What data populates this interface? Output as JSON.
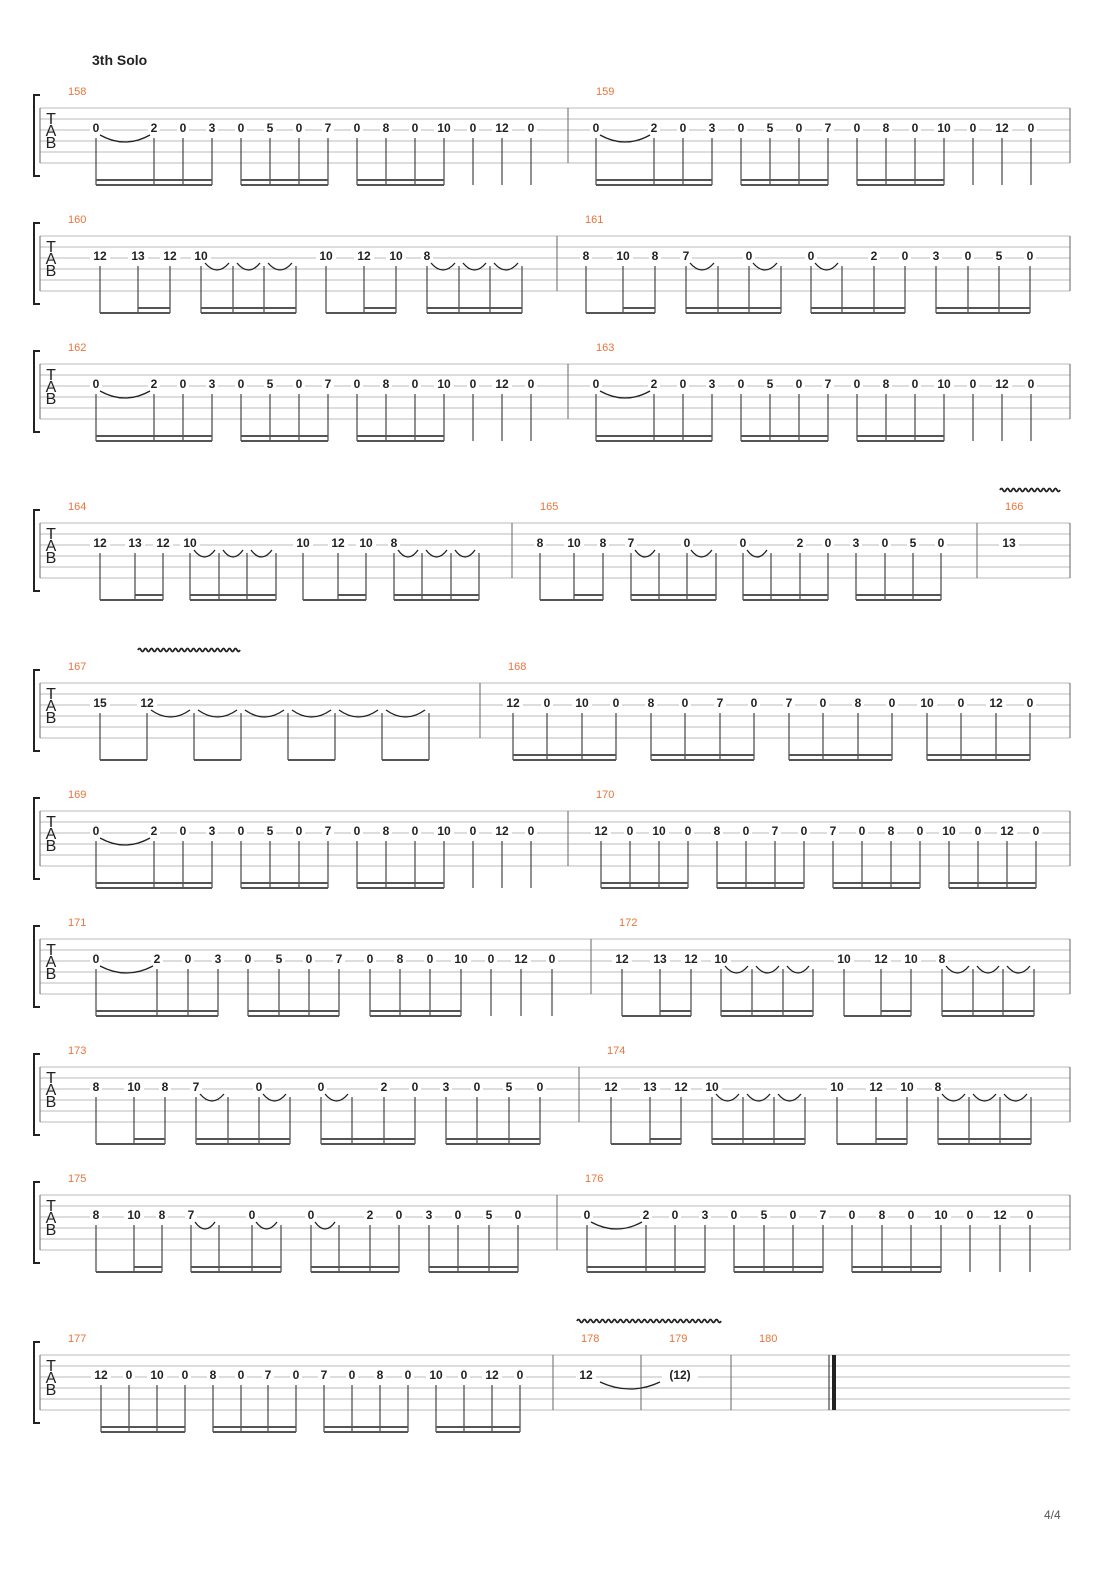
{
  "section_title": "3th Solo",
  "page_number": "4/4",
  "clef_letters": [
    "T",
    "A",
    "B"
  ],
  "colors": {
    "bar_number": "#e8743b",
    "ink": "#222222",
    "staff_line": "#bbbbbb"
  },
  "systems": [
    {
      "bars": [
        {
          "number": "158",
          "notes": [
            "0",
            "2",
            "0",
            "3",
            "0",
            "5",
            "0",
            "7",
            "0",
            "8",
            "0",
            "10",
            "0",
            "12",
            "0"
          ],
          "ties": [
            [
              0,
              1
            ]
          ],
          "beams": [
            [
              0,
              3,
              2
            ],
            [
              4,
              7,
              2
            ],
            [
              8,
              11,
              2
            ],
            [
              12,
              15,
              2
            ]
          ]
        },
        {
          "number": "159",
          "notes": [
            "0",
            "2",
            "0",
            "3",
            "0",
            "5",
            "0",
            "7",
            "0",
            "8",
            "0",
            "10",
            "0",
            "12",
            "0"
          ],
          "ties": [
            [
              0,
              1
            ]
          ],
          "beams": [
            [
              0,
              3,
              2
            ],
            [
              4,
              7,
              2
            ],
            [
              8,
              11,
              2
            ],
            [
              12,
              15,
              2
            ]
          ]
        }
      ]
    },
    {
      "bars": [
        {
          "number": "160",
          "notes": [
            "12",
            "13",
            "12",
            "10",
            "",
            "",
            "",
            "10",
            "12",
            "10",
            "8",
            "",
            "",
            ""
          ],
          "ties": [
            [
              3,
              4
            ],
            [
              4,
              5
            ],
            [
              5,
              6
            ],
            [
              10,
              11
            ],
            [
              11,
              12
            ],
            [
              12,
              13
            ]
          ],
          "beams": [
            [
              0,
              2,
              1
            ],
            [
              1,
              2,
              2
            ],
            [
              3,
              6,
              2
            ],
            [
              7,
              9,
              1
            ],
            [
              8,
              9,
              2
            ],
            [
              10,
              13,
              2
            ]
          ]
        },
        {
          "number": "161",
          "notes": [
            "8",
            "10",
            "8",
            "7",
            "",
            "0",
            "",
            "0",
            "",
            "2",
            "0",
            "3",
            "0",
            "5",
            "0"
          ],
          "ties": [
            [
              3,
              4
            ],
            [
              5,
              6
            ],
            [
              7,
              8
            ]
          ],
          "beams": [
            [
              0,
              2,
              1
            ],
            [
              1,
              2,
              2
            ],
            [
              3,
              6,
              2
            ],
            [
              7,
              10,
              2
            ],
            [
              11,
              14,
              2
            ]
          ]
        }
      ]
    },
    {
      "bars": [
        {
          "number": "162",
          "notes": [
            "0",
            "2",
            "0",
            "3",
            "0",
            "5",
            "0",
            "7",
            "0",
            "8",
            "0",
            "10",
            "0",
            "12",
            "0"
          ],
          "ties": [
            [
              0,
              1
            ]
          ],
          "beams": [
            [
              0,
              3,
              2
            ],
            [
              4,
              7,
              2
            ],
            [
              8,
              11,
              2
            ],
            [
              12,
              15,
              2
            ]
          ]
        },
        {
          "number": "163",
          "notes": [
            "0",
            "2",
            "0",
            "3",
            "0",
            "5",
            "0",
            "7",
            "0",
            "8",
            "0",
            "10",
            "0",
            "12",
            "0"
          ],
          "ties": [
            [
              0,
              1
            ]
          ],
          "beams": [
            [
              0,
              3,
              2
            ],
            [
              4,
              7,
              2
            ],
            [
              8,
              11,
              2
            ],
            [
              12,
              15,
              2
            ]
          ]
        }
      ]
    },
    {
      "vibrato": true,
      "bars": [
        {
          "number": "164",
          "notes": [
            "12",
            "13",
            "12",
            "10",
            "",
            "",
            "",
            "10",
            "12",
            "10",
            "8",
            "",
            "",
            ""
          ],
          "ties": [
            [
              3,
              4
            ],
            [
              4,
              5
            ],
            [
              5,
              6
            ],
            [
              10,
              11
            ],
            [
              11,
              12
            ],
            [
              12,
              13
            ]
          ],
          "beams": [
            [
              0,
              2,
              1
            ],
            [
              1,
              2,
              2
            ],
            [
              3,
              6,
              2
            ],
            [
              7,
              9,
              1
            ],
            [
              8,
              9,
              2
            ],
            [
              10,
              13,
              2
            ]
          ]
        },
        {
          "number": "165",
          "notes": [
            "8",
            "10",
            "8",
            "7",
            "",
            "0",
            "",
            "0",
            "",
            "2",
            "0",
            "3",
            "0",
            "5",
            "0"
          ],
          "ties": [
            [
              3,
              4
            ],
            [
              5,
              6
            ],
            [
              7,
              8
            ]
          ],
          "beams": [
            [
              0,
              2,
              1
            ],
            [
              1,
              2,
              2
            ],
            [
              3,
              6,
              2
            ],
            [
              7,
              10,
              2
            ],
            [
              11,
              14,
              2
            ]
          ]
        },
        {
          "number": "166",
          "notes": [
            "13"
          ],
          "ties": [],
          "beams": []
        }
      ]
    },
    {
      "vibrato": true,
      "bars": [
        {
          "number": "167",
          "notes": [
            "15",
            "12",
            "",
            "",
            "",
            "",
            "",
            ""
          ],
          "ties": [
            [
              1,
              2
            ],
            [
              2,
              3
            ],
            [
              3,
              4
            ],
            [
              4,
              5
            ],
            [
              5,
              6
            ],
            [
              6,
              7
            ]
          ],
          "beams": [
            [
              0,
              1,
              1
            ],
            [
              2,
              3,
              1
            ],
            [
              4,
              5,
              1
            ],
            [
              6,
              7,
              1
            ]
          ]
        },
        {
          "number": "168",
          "notes": [
            "12",
            "0",
            "10",
            "0",
            "8",
            "0",
            "7",
            "0",
            "7",
            "0",
            "8",
            "0",
            "10",
            "0",
            "12",
            "0"
          ],
          "ties": [],
          "beams": [
            [
              0,
              3,
              2
            ],
            [
              4,
              7,
              2
            ],
            [
              8,
              11,
              2
            ],
            [
              12,
              15,
              2
            ]
          ]
        }
      ]
    },
    {
      "bars": [
        {
          "number": "169",
          "notes": [
            "0",
            "2",
            "0",
            "3",
            "0",
            "5",
            "0",
            "7",
            "0",
            "8",
            "0",
            "10",
            "0",
            "12",
            "0"
          ],
          "ties": [
            [
              0,
              1
            ]
          ],
          "beams": [
            [
              0,
              3,
              2
            ],
            [
              4,
              7,
              2
            ],
            [
              8,
              11,
              2
            ],
            [
              12,
              15,
              2
            ]
          ]
        },
        {
          "number": "170",
          "notes": [
            "12",
            "0",
            "10",
            "0",
            "8",
            "0",
            "7",
            "0",
            "7",
            "0",
            "8",
            "0",
            "10",
            "0",
            "12",
            "0"
          ],
          "ties": [],
          "beams": [
            [
              0,
              3,
              2
            ],
            [
              4,
              7,
              2
            ],
            [
              8,
              11,
              2
            ],
            [
              12,
              15,
              2
            ]
          ]
        }
      ]
    },
    {
      "bars": [
        {
          "number": "171",
          "notes": [
            "0",
            "2",
            "0",
            "3",
            "0",
            "5",
            "0",
            "7",
            "0",
            "8",
            "0",
            "10",
            "0",
            "12",
            "0"
          ],
          "ties": [
            [
              0,
              1
            ]
          ],
          "beams": [
            [
              0,
              3,
              2
            ],
            [
              4,
              7,
              2
            ],
            [
              8,
              11,
              2
            ],
            [
              12,
              15,
              2
            ]
          ]
        },
        {
          "number": "172",
          "notes": [
            "12",
            "13",
            "12",
            "10",
            "",
            "",
            "",
            "10",
            "12",
            "10",
            "8",
            "",
            "",
            ""
          ],
          "ties": [
            [
              3,
              4
            ],
            [
              4,
              5
            ],
            [
              5,
              6
            ],
            [
              10,
              11
            ],
            [
              11,
              12
            ],
            [
              12,
              13
            ]
          ],
          "beams": [
            [
              0,
              2,
              1
            ],
            [
              1,
              2,
              2
            ],
            [
              3,
              6,
              2
            ],
            [
              7,
              9,
              1
            ],
            [
              8,
              9,
              2
            ],
            [
              10,
              13,
              2
            ]
          ]
        }
      ]
    },
    {
      "bars": [
        {
          "number": "173",
          "notes": [
            "8",
            "10",
            "8",
            "7",
            "",
            "0",
            "",
            "0",
            "",
            "2",
            "0",
            "3",
            "0",
            "5",
            "0"
          ],
          "ties": [
            [
              3,
              4
            ],
            [
              5,
              6
            ],
            [
              7,
              8
            ]
          ],
          "beams": [
            [
              0,
              2,
              1
            ],
            [
              1,
              2,
              2
            ],
            [
              3,
              6,
              2
            ],
            [
              7,
              10,
              2
            ],
            [
              11,
              14,
              2
            ]
          ]
        },
        {
          "number": "174",
          "notes": [
            "12",
            "13",
            "12",
            "10",
            "",
            "",
            "",
            "10",
            "12",
            "10",
            "8",
            "",
            "",
            ""
          ],
          "ties": [
            [
              3,
              4
            ],
            [
              4,
              5
            ],
            [
              5,
              6
            ],
            [
              10,
              11
            ],
            [
              11,
              12
            ],
            [
              12,
              13
            ]
          ],
          "beams": [
            [
              0,
              2,
              1
            ],
            [
              1,
              2,
              2
            ],
            [
              3,
              6,
              2
            ],
            [
              7,
              9,
              1
            ],
            [
              8,
              9,
              2
            ],
            [
              10,
              13,
              2
            ]
          ]
        }
      ]
    },
    {
      "bars": [
        {
          "number": "175",
          "notes": [
            "8",
            "10",
            "8",
            "7",
            "",
            "0",
            "",
            "0",
            "",
            "2",
            "0",
            "3",
            "0",
            "5",
            "0"
          ],
          "ties": [
            [
              3,
              4
            ],
            [
              5,
              6
            ],
            [
              7,
              8
            ]
          ],
          "beams": [
            [
              0,
              2,
              1
            ],
            [
              1,
              2,
              2
            ],
            [
              3,
              6,
              2
            ],
            [
              7,
              10,
              2
            ],
            [
              11,
              14,
              2
            ]
          ]
        },
        {
          "number": "176",
          "notes": [
            "0",
            "2",
            "0",
            "3",
            "0",
            "5",
            "0",
            "7",
            "0",
            "8",
            "0",
            "10",
            "0",
            "12",
            "0"
          ],
          "ties": [
            [
              0,
              1
            ]
          ],
          "beams": [
            [
              0,
              3,
              2
            ],
            [
              4,
              7,
              2
            ],
            [
              8,
              11,
              2
            ],
            [
              12,
              15,
              2
            ]
          ]
        }
      ]
    },
    {
      "vibrato": true,
      "bars": [
        {
          "number": "177",
          "notes": [
            "12",
            "0",
            "10",
            "0",
            "8",
            "0",
            "7",
            "0",
            "7",
            "0",
            "8",
            "0",
            "10",
            "0",
            "12",
            "0"
          ],
          "ties": [],
          "beams": [
            [
              0,
              3,
              2
            ],
            [
              4,
              7,
              2
            ],
            [
              8,
              11,
              2
            ],
            [
              12,
              15,
              2
            ]
          ]
        },
        {
          "number": "178",
          "notes": [
            "12"
          ],
          "ties": [
            [
              0,
              1
            ]
          ],
          "beams": []
        },
        {
          "number": "179",
          "notes": [
            "(12)"
          ],
          "ties": [],
          "beams": []
        },
        {
          "number": "180",
          "notes": [],
          "ties": [],
          "beams": [],
          "final": true
        }
      ]
    }
  ]
}
